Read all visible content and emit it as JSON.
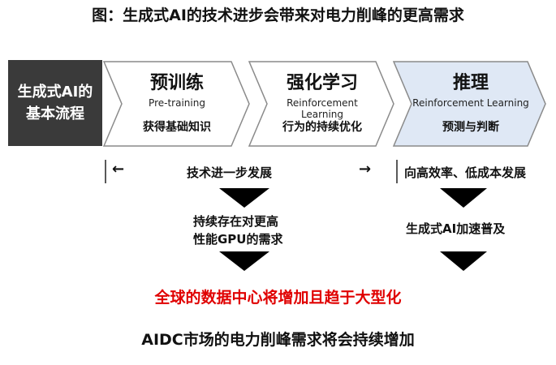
{
  "title": "图：生成式AI的技术进步会带来对电力削峰的更高需求",
  "flow_label": {
    "line1": "生成式AI的",
    "line2": "基本流程"
  },
  "stages": [
    {
      "cn": "预训练",
      "en": "Pre-training",
      "desc": "获得基础知识"
    },
    {
      "cn": "强化学习",
      "en": "Reinforcement Learning",
      "desc": "行为的持续优化"
    },
    {
      "cn": "推理",
      "en": "Reinforcement Learning",
      "desc": "预测与判断"
    }
  ],
  "left_arrow": "←",
  "right_arrow": "→",
  "left_branch": {
    "heading": "技术进一步发展",
    "result_line1": "持续存在对更高",
    "result_line2": "性能GPU的需求"
  },
  "right_branch": {
    "heading": "向高效率、低成本发展",
    "result": "生成式AI加速普及"
  },
  "conclusion_red": "全球的数据中心将增加且趋于大型化",
  "conclusion_final": "AIDC市场的电力削峰需求将会持续增加",
  "colors": {
    "flow_label_bg": "#3a3a3a",
    "stage_bg": "#ffffff",
    "stage_highlight_bg": "#dfe8f5",
    "stage_border": "#777777",
    "triangle": "#000000",
    "red": "#e00000"
  }
}
